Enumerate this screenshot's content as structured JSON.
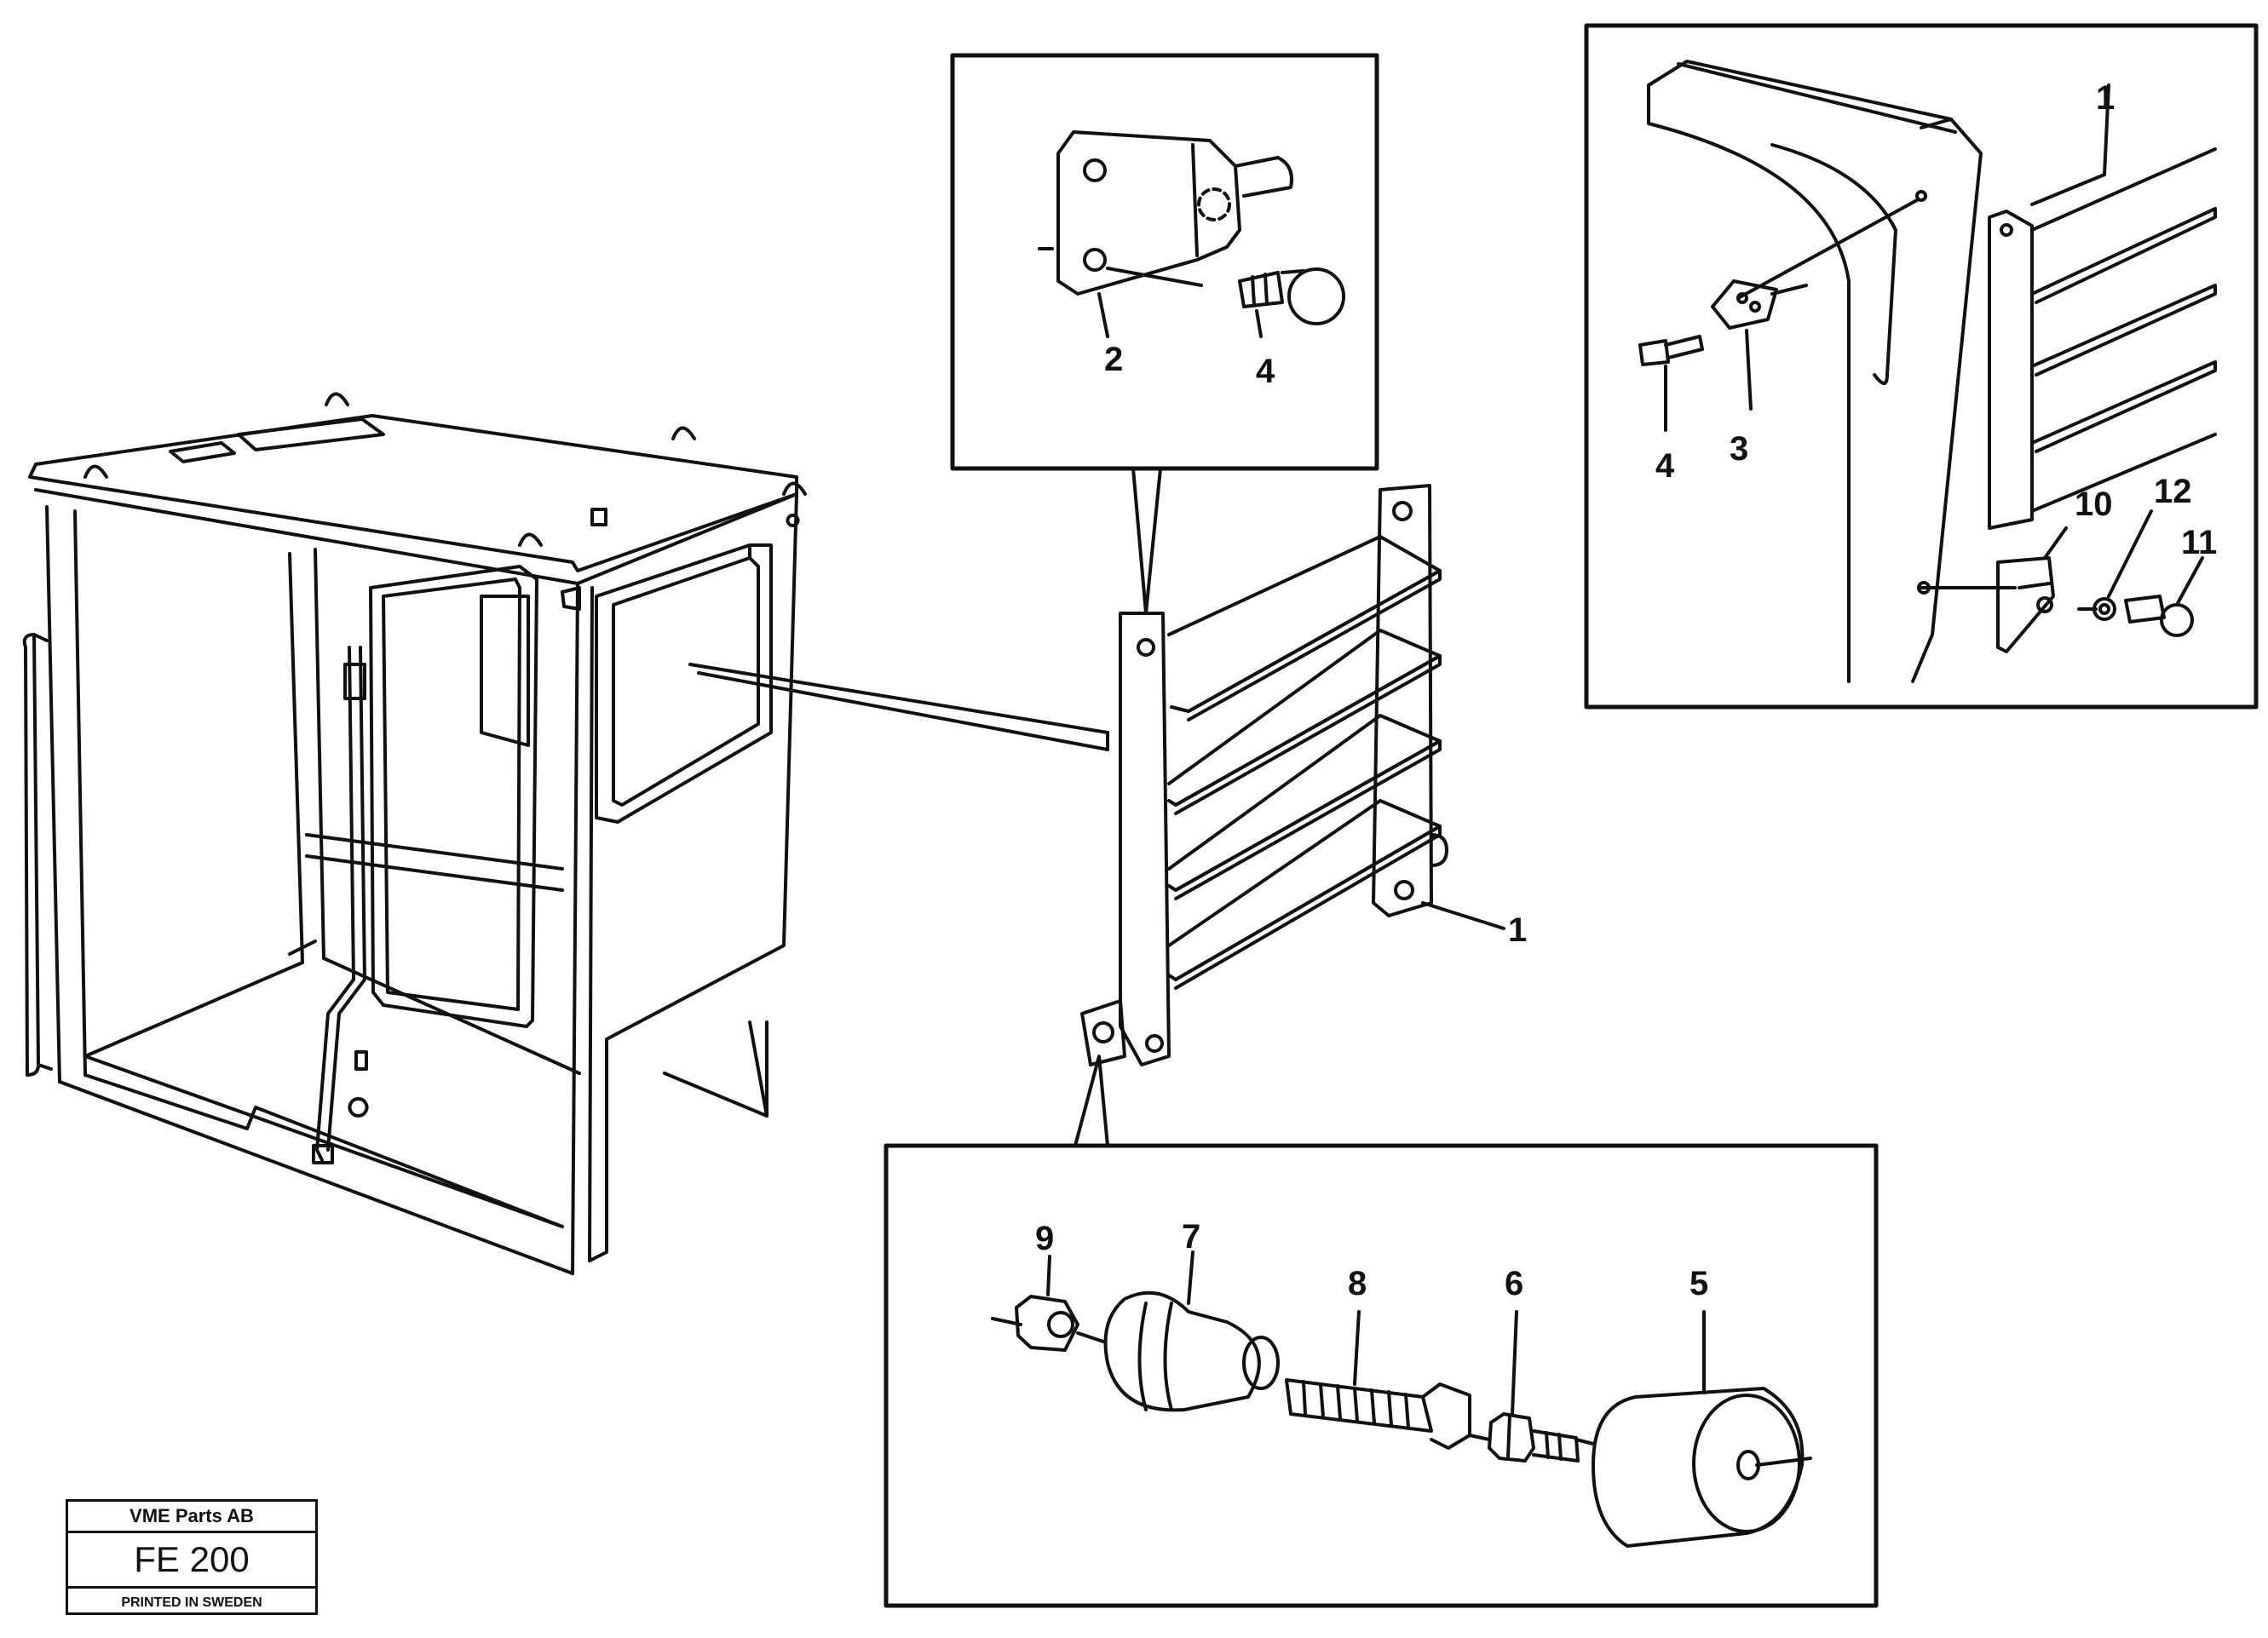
{
  "labels": {
    "top_detail": {
      "bracket": "2",
      "bolt": "4"
    },
    "right_detail": {
      "louvre": "1",
      "bolt": "4",
      "bracket": "3",
      "bracket_lower": "10",
      "washer": "12",
      "bolt_lower": "11"
    },
    "main_louvre": "1",
    "bottom_detail": {
      "nut": "9",
      "bushing": "7",
      "stud": "8",
      "nut_small": "6",
      "rubber_mount": "5"
    }
  },
  "stamp": {
    "company": "VME Parts AB",
    "code": "FE 200",
    "printed": "PRINTED IN SWEDEN"
  }
}
